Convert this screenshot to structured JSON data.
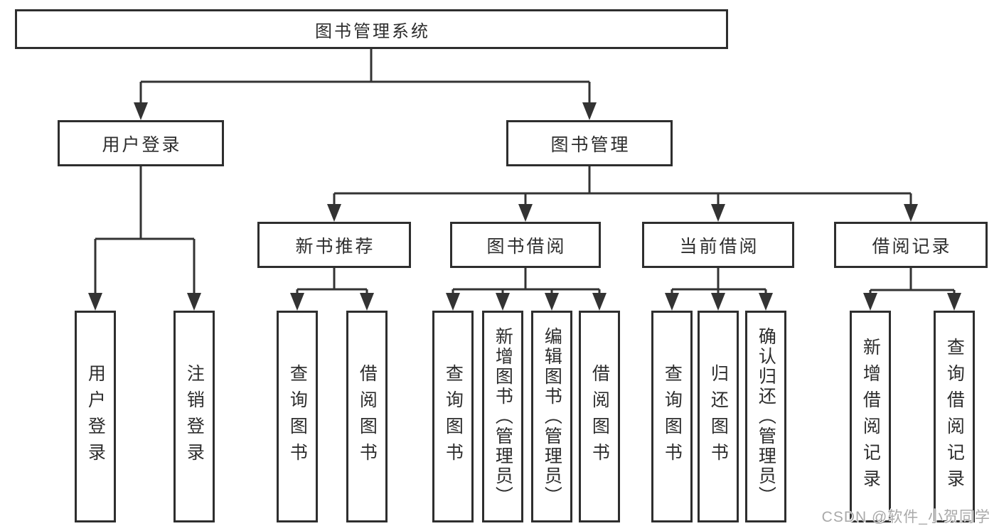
{
  "tree": {
    "label": "图书管理系统",
    "children": [
      {
        "label": "用户登录",
        "children": [
          {
            "label": "用户登录"
          },
          {
            "label": "注销登录"
          }
        ]
      },
      {
        "label": "图书管理",
        "children": [
          {
            "label": "新书推荐",
            "children": [
              {
                "label": "查询图书"
              },
              {
                "label": "借阅图书"
              }
            ]
          },
          {
            "label": "图书借阅",
            "children": [
              {
                "label": "查询图书"
              },
              {
                "label": "新增图书（管理员）"
              },
              {
                "label": "编辑图书（管理员）"
              },
              {
                "label": "借阅图书"
              }
            ]
          },
          {
            "label": "当前借阅",
            "children": [
              {
                "label": "查询图书"
              },
              {
                "label": "归还图书"
              },
              {
                "label": "确认归还（管理员）"
              }
            ]
          },
          {
            "label": "借阅记录",
            "children": [
              {
                "label": "新增借阅记录"
              },
              {
                "label": "查询借阅记录"
              }
            ]
          }
        ]
      }
    ]
  },
  "watermark": {
    "text": "CSDN @软件_小贺同学"
  },
  "colors": {
    "line": "#333333",
    "border": "#2e2e2e",
    "text": "#2d2d2d",
    "watermark": "#a9a9a9",
    "background": "#ffffff"
  }
}
